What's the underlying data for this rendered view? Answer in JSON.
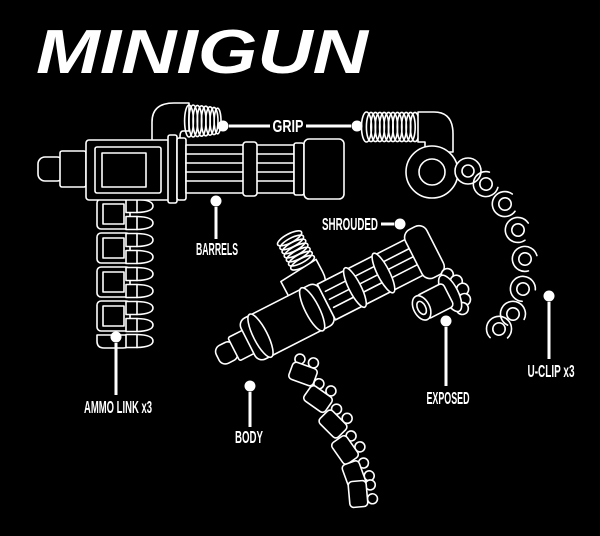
{
  "colors": {
    "background": "#000000",
    "line": "#ffffff"
  },
  "title": {
    "text": "MINIGUN"
  },
  "labels": {
    "grip": "GRIP",
    "barrels": "BARRELS",
    "shrouded": "SHROUDED",
    "ammo_link": "AMMO LINK x3",
    "body": "BODY",
    "exposed": "EXPOSED",
    "u_clip": "U-CLIP x3"
  },
  "diagram": {
    "type": "labeled-parts-illustration",
    "callouts": [
      {
        "id": "grip",
        "label": "GRIP",
        "markers": 2
      },
      {
        "id": "barrels",
        "label": "BARRELS",
        "markers": 1
      },
      {
        "id": "shrouded",
        "label": "SHROUDED",
        "markers": 1
      },
      {
        "id": "ammo_link",
        "label": "AMMO LINK x3",
        "markers": 1
      },
      {
        "id": "body",
        "label": "BODY",
        "markers": 1
      },
      {
        "id": "exposed",
        "label": "EXPOSED",
        "markers": 1
      },
      {
        "id": "u_clip",
        "label": "U-CLIP x3",
        "markers": 1
      }
    ]
  }
}
